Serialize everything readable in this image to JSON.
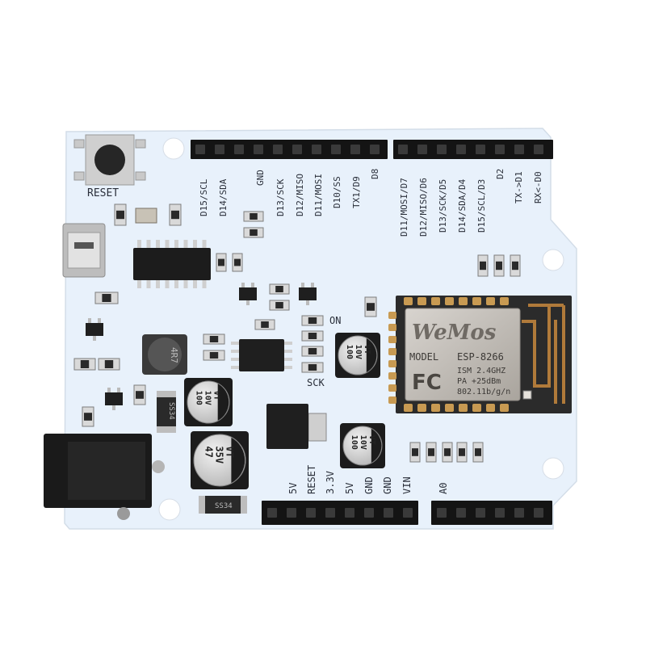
{
  "board": {
    "colors": {
      "pcb": "#e8f1fb",
      "silk": "#2a2f3a",
      "header": "#141414",
      "gold": "#c89a52",
      "shield": "#b9b4ad",
      "antenna": "#b07a3a"
    },
    "button_label": "RESET",
    "top_left_labels": [
      "D15/SCL",
      "D14/SDA",
      "GND",
      "D13/SCK",
      "D12/MISO",
      "D11/MOSI",
      "D10/SS",
      "TX1/D9",
      "D8"
    ],
    "top_right_labels": [
      "D11/MOSI/D7",
      "D12/MISO/D6",
      "D13/SCK/D5",
      "D14/SDA/D4",
      "D15/SCL/D3",
      "D2",
      "TX->D1",
      "RX<-D0"
    ],
    "bottom_labels": [
      "5V",
      "RESET",
      "3.3V",
      "5V",
      "GND",
      "GND",
      "VIN",
      "A0"
    ],
    "led_labels": {
      "on": "ON",
      "sck": "SCK"
    },
    "inductor_label": "4R7",
    "capacitors": [
      {
        "value": "100",
        "voltage": "10V",
        "code": "VT"
      },
      {
        "value": "100",
        "voltage": "10V",
        "code": "VT"
      },
      {
        "value": "100",
        "voltage": "10V",
        "code": "VT"
      },
      {
        "value": "47",
        "voltage": "35V",
        "code": "VT"
      }
    ],
    "diode_labels": [
      "SS34",
      "SS34"
    ],
    "module": {
      "brand": "WeMos",
      "model_prefix": "MODEL",
      "model": "ESP-8266",
      "fc": "FC",
      "lines": [
        "ISM 2.4GHZ",
        "PA +25dBm",
        "802.11b/g/n"
      ]
    }
  }
}
